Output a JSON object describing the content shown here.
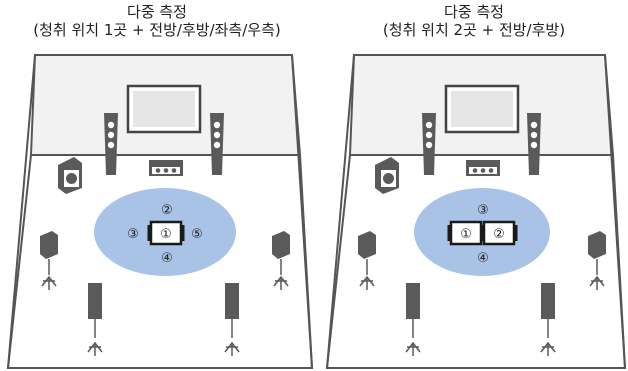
{
  "left_panel": {
    "title": "다중 측정",
    "subtitle": "(청취 위치 1곳 + 전방/후방/좌측/우측)",
    "positions": [
      {
        "label": "①",
        "role": "center-mic"
      },
      {
        "label": "②",
        "role": "front"
      },
      {
        "label": "③",
        "role": "left"
      },
      {
        "label": "④",
        "role": "rear"
      },
      {
        "label": "⑤",
        "role": "right"
      }
    ]
  },
  "right_panel": {
    "title": "다중 측정",
    "subtitle": "(청취 위치 2곳 + 전방/후방)",
    "positions": [
      {
        "label": "①",
        "role": "mic-1"
      },
      {
        "label": "②",
        "role": "mic-2"
      },
      {
        "label": "③",
        "role": "front"
      },
      {
        "label": "④",
        "role": "rear"
      }
    ]
  },
  "colors": {
    "room_outline": "#555555",
    "wall_fill": "#f2f2f2",
    "listening_area": "#a9c3e6",
    "speaker": "#5a5a5a",
    "tv_frame": "#444444",
    "tv_screen": "#e6e6e6"
  }
}
